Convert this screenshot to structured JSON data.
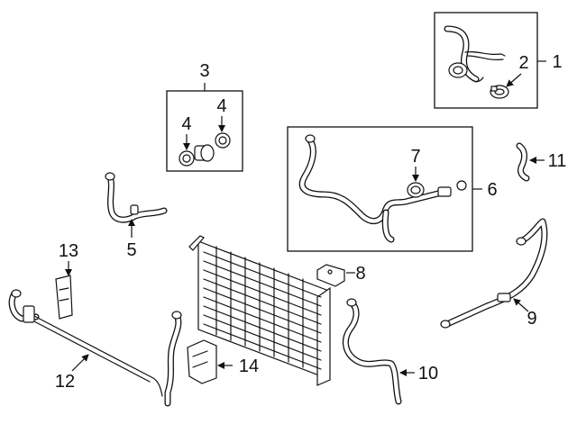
{
  "diagram": {
    "callouts": {
      "c1": "1",
      "c2": "2",
      "c3": "3",
      "c4a": "4",
      "c4b": "4",
      "c5": "5",
      "c6": "6",
      "c7": "7",
      "c8": "8",
      "c9": "9",
      "c10": "10",
      "c11": "11",
      "c12": "12",
      "c13": "13",
      "c14": "14"
    }
  }
}
